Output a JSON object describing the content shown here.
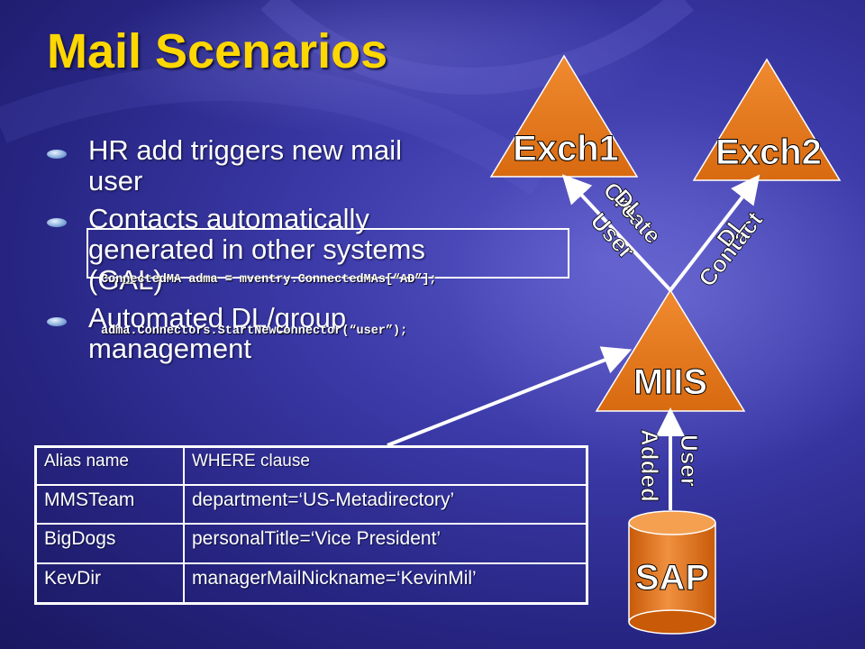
{
  "slide": {
    "title": "Mail Scenarios",
    "bullets": [
      "HR add triggers new mail user",
      "Contacts automatically generated in other systems (GAL)",
      "Automated DL/group management"
    ],
    "code": [
      "ConnectedMA adma = mventry.ConnectedMAs[“AD”];",
      "adma.Connectors.StartNewConnector(“user”);"
    ]
  },
  "diagram": {
    "nodes": {
      "exch1": "Exch1",
      "exch2": "Exch2",
      "miis": "MIIS",
      "sap": "SAP"
    },
    "edge_labels": {
      "to_exch1_a": "Create",
      "to_exch1_b": "DL",
      "to_exch1_c": "User",
      "to_exch2_a": "Contact",
      "to_exch2_b": "DL",
      "from_sap_a": "User",
      "from_sap_b": "Added"
    },
    "colors": {
      "node_fill": "#e87722",
      "node_stroke": "#ffffff",
      "title": "#ffd700"
    }
  },
  "table": {
    "headers": [
      "Alias name",
      "WHERE clause"
    ],
    "rows": [
      [
        "MMSTeam",
        "department=‘US-Metadirectory’"
      ],
      [
        "BigDogs",
        "personalTitle=‘Vice President’"
      ],
      [
        "KevDir",
        "managerMailNickname=‘KevinMil’"
      ]
    ]
  }
}
